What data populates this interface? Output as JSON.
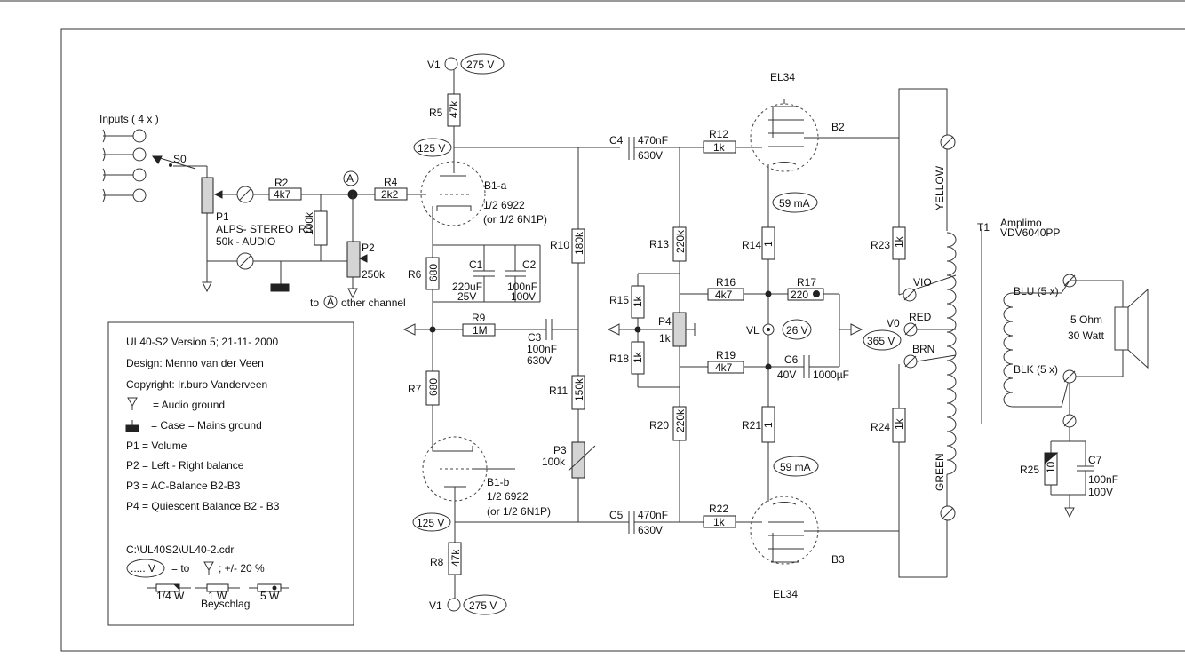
{
  "labels": {
    "inputs": "Inputs  ( 4 x )",
    "s0": "S0",
    "r2": "R2",
    "r2v": "4k7",
    "a1": "A",
    "r4": "R4",
    "r4v": "2k2",
    "p1": "P1",
    "alps": "ALPS- STEREO",
    "p1v": "50k - AUDIO",
    "r3": "R3",
    "r3v": "100k",
    "p2": "P2",
    "p2v": "250k",
    "to": "to",
    "a2": "A",
    "other": "other channel",
    "v1top": "V1",
    "v275top": "275 V",
    "r5": "R5",
    "r5v": "47k",
    "v125top": "125 V",
    "b1a": "B1-a",
    "b1a_t1": "1/2 6922",
    "b1a_t2": "(or 1/2 6N1P)",
    "r6": "R6",
    "r6v": "680",
    "c1": "C1",
    "c1v1": "220uF",
    "c1v2": "25V",
    "c2": "C2",
    "c2v1": "100nF",
    "c2v2": "100V",
    "r10": "R10",
    "r10v": "180k",
    "c4": "C4",
    "c4v1": "470nF",
    "c4v2": "630V",
    "r12": "R12",
    "r12v": "1k",
    "el34top": "EL34",
    "b2": "B2",
    "ma_top": "59 mA",
    "r13": "R13",
    "r13v": "220k",
    "r14": "R14",
    "r14v": "1",
    "r23": "R23",
    "r23v": "1k",
    "yellow": "YELLOW",
    "t1": "T1",
    "amplimo": "Amplimo",
    "vdv": "VDV6040PP",
    "r15": "R15",
    "r15v": "1k",
    "r16": "R16",
    "r16v": "4k7",
    "r17": "R17",
    "r17v": "220",
    "vio": "VIO",
    "blu": "BLU (5 x)",
    "ohm": "5 Ohm",
    "watt": "30 Watt",
    "r9": "R9",
    "r9v": "1M",
    "c3": "C3",
    "c3v1": "100nF",
    "c3v2": "630V",
    "p4": "P4",
    "p4v": "1k",
    "vl": "VL",
    "v26": "26 V",
    "v0": "V0",
    "v365": "365 V",
    "red": "RED",
    "r18": "R18",
    "r18v": "1k",
    "r19": "R19",
    "r19v": "4k7",
    "c6": "C6",
    "c6v1": "40V",
    "c6v2": "1000µF",
    "brn": "BRN",
    "blk": "BLK (5 x)",
    "r7": "R7",
    "r7v": "680",
    "r11": "R11",
    "r11v": "150k",
    "r20": "R20",
    "r20v": "220k",
    "r21": "R21",
    "r21v": "1",
    "r24": "R24",
    "r24v": "1k",
    "p3": "P3",
    "p3v": "100k",
    "ma_bot": "59 mA",
    "green": "GREEN",
    "b1b": "B1-b",
    "b1b_t1": "1/2 6922",
    "b1b_t2": "(or 1/2 6N1P)",
    "r25": "R25",
    "r25v": "10",
    "c7": "C7",
    "c7v1": "100nF",
    "c7v2": "100V",
    "v125bot": "125 V",
    "c5": "C5",
    "c5v1": "470nF",
    "c5v2": "630V",
    "r22": "R22",
    "r22v": "1k",
    "b3": "B3",
    "r8": "R8",
    "r8v": "47k",
    "v1bot": "V1",
    "v275bot": "275 V",
    "el34bot": "EL34"
  },
  "notes": {
    "version": "UL40-S2  Version 5; 21-11- 2000",
    "design": "Design: Menno van der Veen",
    "copyright": "Copyright: Ir.buro Vanderveen",
    "audio_ground": "= Audio ground",
    "case_ground": "= Case = Mains ground",
    "p1": "P1  = Volume",
    "p2": "P2  = Left - Right balance",
    "p3": "P3  = AC-Balance B2-B3",
    "p4": "P4  = Quiescent Balance B2 - B3",
    "file": "C:\\UL40S2\\UL40-2.cdr",
    "oval": "..... V",
    "to_ground": "= to",
    "tolerance": "; +/- 20 %",
    "q_w": "1/4 W",
    "one_w": "1 W",
    "five_w": "5 W",
    "beyschlag": "Beyschlag"
  }
}
